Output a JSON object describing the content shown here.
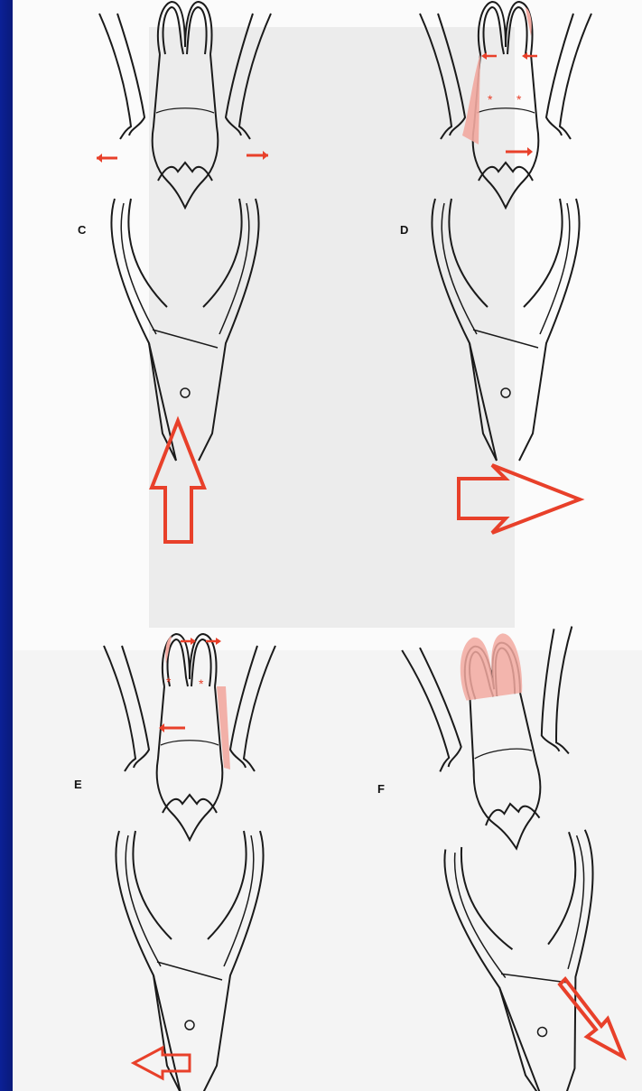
{
  "panels": [
    {
      "id": "c",
      "label": "C",
      "force_direction": "up"
    },
    {
      "id": "d",
      "label": "D",
      "force_direction": "right"
    },
    {
      "id": "e",
      "label": "E",
      "force_direction": "left"
    },
    {
      "id": "f",
      "label": "F",
      "force_direction": "down-right"
    }
  ],
  "colors": {
    "background_frame": "#0a1a7a",
    "line": "#1a1a1a",
    "arrow": "#e8402a",
    "pressure_zone": "#f2a9a0"
  }
}
